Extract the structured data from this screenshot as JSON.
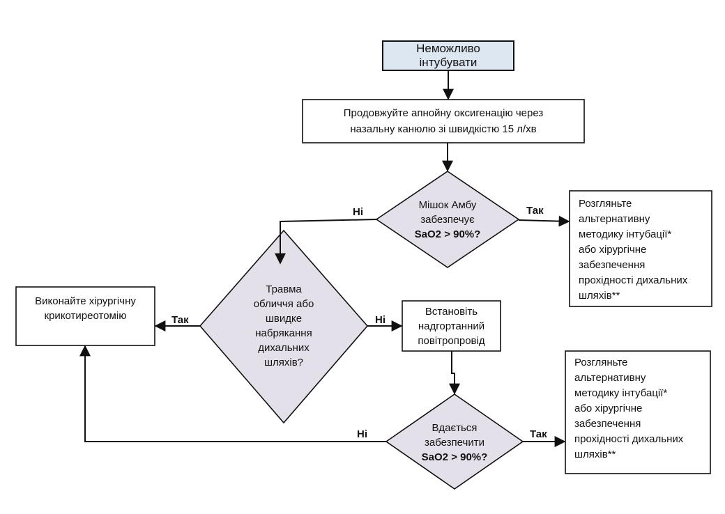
{
  "colors": {
    "start_fill": "#dde7f2",
    "decision_fill": "#e4e0ea",
    "process_fill": "#ffffff",
    "stroke": "#111111"
  },
  "nodes": {
    "start": {
      "label": "Неможливо\nінтубувати"
    },
    "oxygenation": {
      "label": "Продовжуйте апнойну оксигенацію через\nназальну канюлю зі швидкістю 15 л/хв"
    },
    "ambu_question": {
      "line1": "Мішок Амбу\nзабезпечує",
      "line2": "SaO2 > 90%?"
    },
    "alt_method_1": {
      "label": "Розгляньте\nальтернативну\nметодику інтубації*\nабо хірургічне\nзабезпечення\nпрохідності дихальних\nшляхів**"
    },
    "trauma_question": {
      "label": "Травма\nобличчя або\nшвидке\nнабрякання\nдихальних\nшляхів?"
    },
    "cricothyrotomy": {
      "label": "Виконайте хірургічну\nкрикотиреотомію"
    },
    "supraglottic": {
      "label": "Встановіть\nнадгортанний\nповітропровід"
    },
    "sao2_question": {
      "line1": "Вдається\nзабезпечити",
      "line2": "SaO2 > 90%?"
    },
    "alt_method_2": {
      "label": "Розгляньте\nальтернативну\nметодику інтубації*\nабо хірургічне\nзабезпечення\nпрохідності дихальних\nшляхів**"
    }
  },
  "edge_labels": {
    "ambu_no": "Ні",
    "ambu_yes": "Так",
    "trauma_yes": "Так",
    "trauma_no": "Ні",
    "sao2_no": "Ні",
    "sao2_yes": "Так"
  }
}
